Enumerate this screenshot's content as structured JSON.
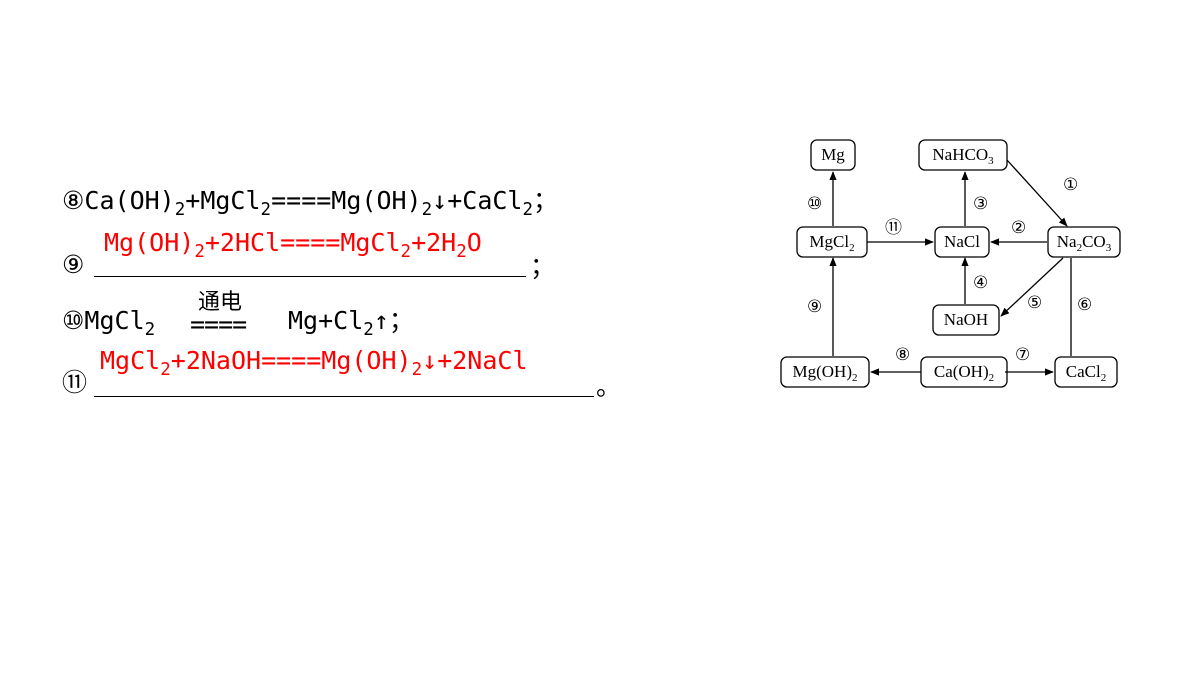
{
  "equations": {
    "eq8": {
      "num": "⑧",
      "parts": [
        "Ca(OH)",
        "2",
        "+MgCl",
        "2",
        "====Mg(OH)",
        "2",
        "↓",
        "+CaCl",
        "2",
        "；"
      ]
    },
    "eq9": {
      "num": "⑨",
      "answer_parts": [
        "Mg(OH)",
        "2",
        "+2HCl====MgCl",
        "2",
        "+2H",
        "2",
        "O"
      ],
      "tail": "；"
    },
    "eq10": {
      "num": "⑩",
      "left_parts": [
        "MgCl",
        "2"
      ],
      "condition": "通电",
      "eq": "====",
      "right_parts": [
        "Mg+Cl",
        "2",
        "↑",
        "；"
      ]
    },
    "eq11": {
      "num": "⑪",
      "answer_parts": [
        "MgCl",
        "2",
        "+2NaOH====Mg(OH)",
        "2",
        "↓",
        "+2NaCl"
      ],
      "tail": "。"
    }
  },
  "diagram": {
    "nodes": {
      "mg": {
        "main": "Mg",
        "sub": ""
      },
      "nahco3": {
        "main": "NaHCO",
        "sub": "3"
      },
      "mgcl2": {
        "main": "MgCl",
        "sub": "2"
      },
      "nacl": {
        "main": "NaCl",
        "sub": ""
      },
      "na2co3": {
        "pre": "Na",
        "presub": "2",
        "main": "CO",
        "sub": "3"
      },
      "naoh": {
        "main": "NaOH",
        "sub": ""
      },
      "mgoh2": {
        "main": "Mg(OH)",
        "sub": "2"
      },
      "caoh2": {
        "main": "Ca(OH)",
        "sub": "2"
      },
      "cacl2": {
        "main": "CaCl",
        "sub": "2"
      }
    },
    "labels": {
      "r1": "①",
      "r2": "②",
      "r3": "③",
      "r4": "④",
      "r5": "⑤",
      "r6": "⑥",
      "r7": "⑦",
      "r8": "⑧",
      "r9": "⑨",
      "r10": "⑩",
      "r11": "⑪"
    }
  },
  "colors": {
    "answer": "#ff0000",
    "text": "#000000"
  }
}
